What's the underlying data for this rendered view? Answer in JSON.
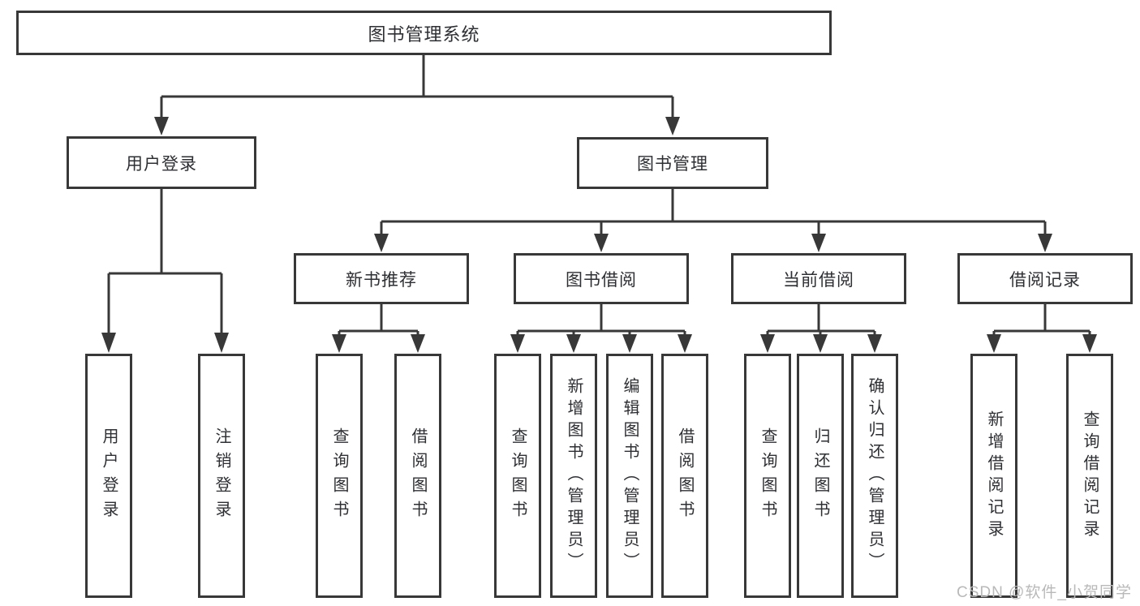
{
  "diagram": {
    "root": {
      "label": "图书管理系统"
    },
    "level1": {
      "user_login": {
        "label": "用户登录"
      },
      "book_mgmt": {
        "label": "图书管理"
      }
    },
    "level2": {
      "new_book_rec": {
        "label": "新书推荐"
      },
      "book_borrow": {
        "label": "图书借阅"
      },
      "current_borrow": {
        "label": "当前借阅"
      },
      "borrow_record": {
        "label": "借阅记录"
      }
    },
    "leaves": {
      "login_user_login": {
        "label": "用户登录"
      },
      "login_logout": {
        "label": "注销登录"
      },
      "rec_query_book": {
        "label": "查询图书"
      },
      "rec_borrow_book": {
        "label": "借阅图书"
      },
      "bb_query_book": {
        "label": "查询图书"
      },
      "bb_add_book_admin": {
        "label": "新增图书（管理员）"
      },
      "bb_edit_book_admin": {
        "label": "编辑图书（管理员）"
      },
      "bb_borrow_book": {
        "label": "借阅图书"
      },
      "cb_query_book": {
        "label": "查询图书"
      },
      "cb_return_book": {
        "label": "归还图书"
      },
      "cb_confirm_return_admin": {
        "label": "确认归还（管理员）"
      },
      "br_add_record": {
        "label": "新增借阅记录"
      },
      "br_query_record": {
        "label": "查询借阅记录"
      }
    }
  },
  "watermark": {
    "text": "CSDN @软件_小贺同学"
  },
  "colors": {
    "line": "#383838",
    "box_border": "#383838",
    "text": "#2e2f33",
    "watermark": "#b9b9b9",
    "background": "#ffffff"
  }
}
